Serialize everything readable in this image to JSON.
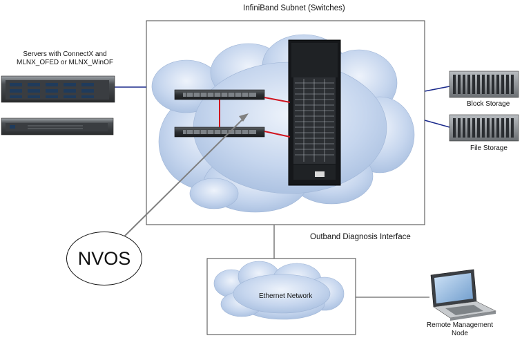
{
  "subnet": {
    "title": "InfiniBand Subnet (Switches)"
  },
  "servers": {
    "label_line1": "Servers with ConnectX and",
    "label_line2": "MLNX_OFED or MLNX_WinOF"
  },
  "storage": {
    "block": "Block Storage",
    "file": "File Storage"
  },
  "outband": {
    "label": "Outband Diagnosis Interface"
  },
  "ethernet": {
    "label": "Ethernet Network"
  },
  "remote": {
    "line1": "Remote Management",
    "line2": "Node"
  },
  "nvos": {
    "label": "NVOS"
  },
  "colors": {
    "ib_link": "#1b2a8c",
    "internal_link": "#d0141f",
    "cloud": "#b6cbe6",
    "mgmt_link": "#808080"
  }
}
